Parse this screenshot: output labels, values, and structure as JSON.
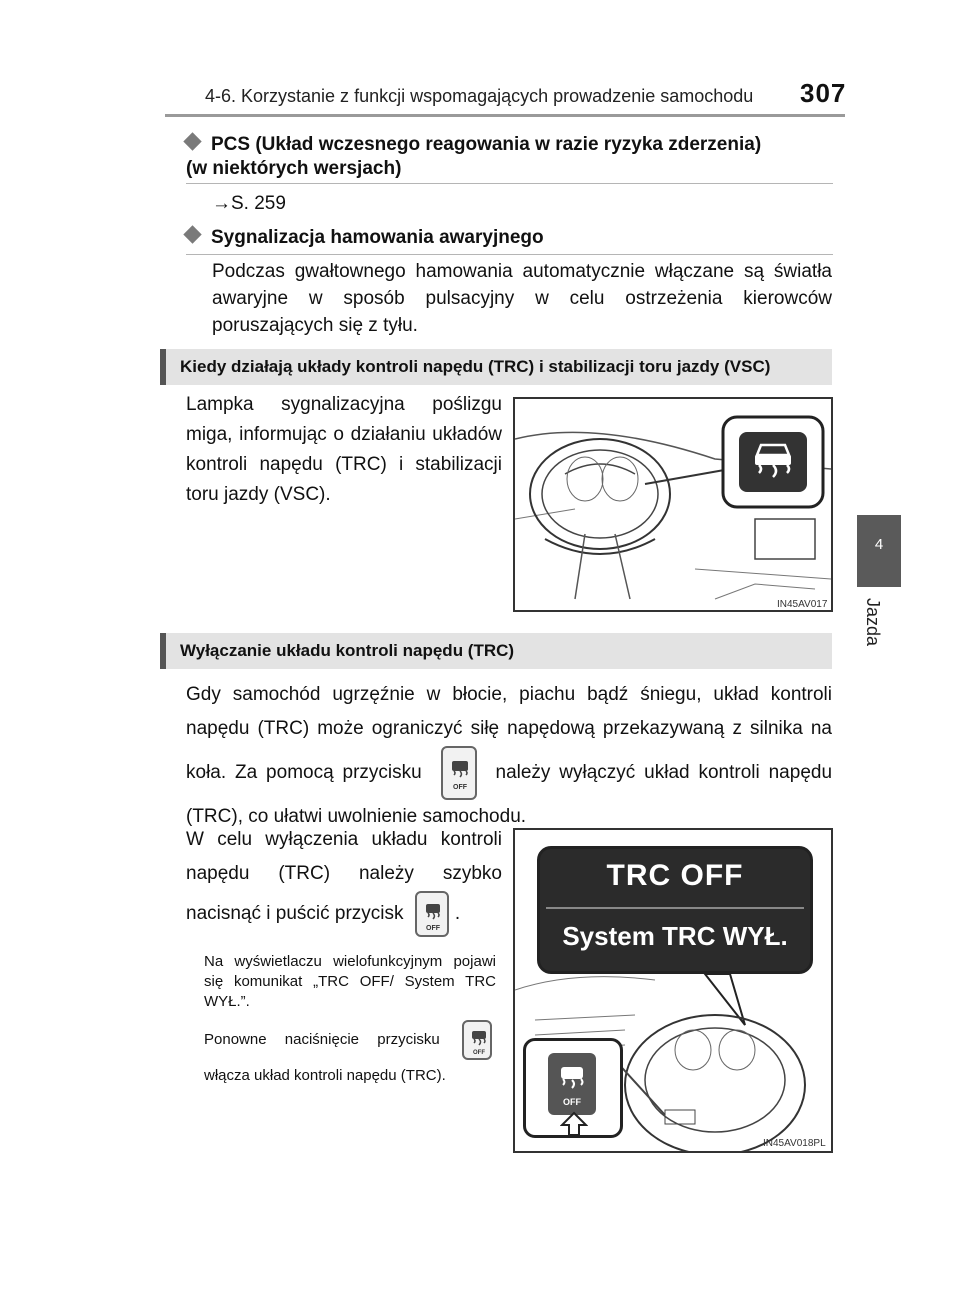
{
  "header": {
    "chapter_title": "4-6. Korzystanie z funkcji wspomagających prowadzenie samochodu",
    "page_number": "307"
  },
  "side_tab": {
    "number": "4",
    "label": "Jazda"
  },
  "pcs": {
    "heading_line1": "PCS (Układ wczesnego reagowania w razie ryzyka zderzenia)",
    "heading_line2": "(w niektórych wersjach)",
    "ref": "S. 259",
    "arrow": "→"
  },
  "hazard": {
    "heading": "Sygnalizacja hamowania awaryjnego",
    "body": "Podczas gwałtownego hamowania automatycznie włączane są światła awaryjne w sposób pulsacyjny w celu ostrzeżenia kierowców poruszających się z tyłu."
  },
  "section1": {
    "title": "Kiedy działają układy kontroli napędu (TRC) i stabilizacji toru jazdy (VSC)",
    "body": "Lampka sygnalizacyjna poślizgu miga, informując o działaniu układów kontroli napędu (TRC) i stabilizacji toru jazdy (VSC).",
    "image_code": "IN45AV017"
  },
  "section2": {
    "title": "Wyłączanie układu kontroli napędu (TRC)",
    "para1_a": "Gdy samochód ugrzęźnie w błocie, piachu bądź śniegu, układ kontroli napędu (TRC) może ograniczyć siłę napędową przekazywaną z silnika na koła. Za pomocą przycisku",
    "para1_b": "należy wyłączyć układ kontroli napędu (TRC), co ułatwi uwolnienie samochodu.",
    "para2_a": "W celu wyłączenia układu kontroli napędu (TRC) należy szybko nacisnąć i puścić przycisk",
    "para2_b": ".",
    "note1": "Na wyświetlaczu wielofunkcyjnym pojawi się komunikat „TRC OFF/ System TRC WYŁ.”.",
    "note2_a": "Ponowne naciśnięcie przycisku",
    "note2_b": "włącza układ kontroli napędu (TRC).",
    "display_line1": "TRC OFF",
    "display_line2": "System TRC WYŁ.",
    "button_text": "OFF",
    "image_code": "IN45AV018PL"
  }
}
